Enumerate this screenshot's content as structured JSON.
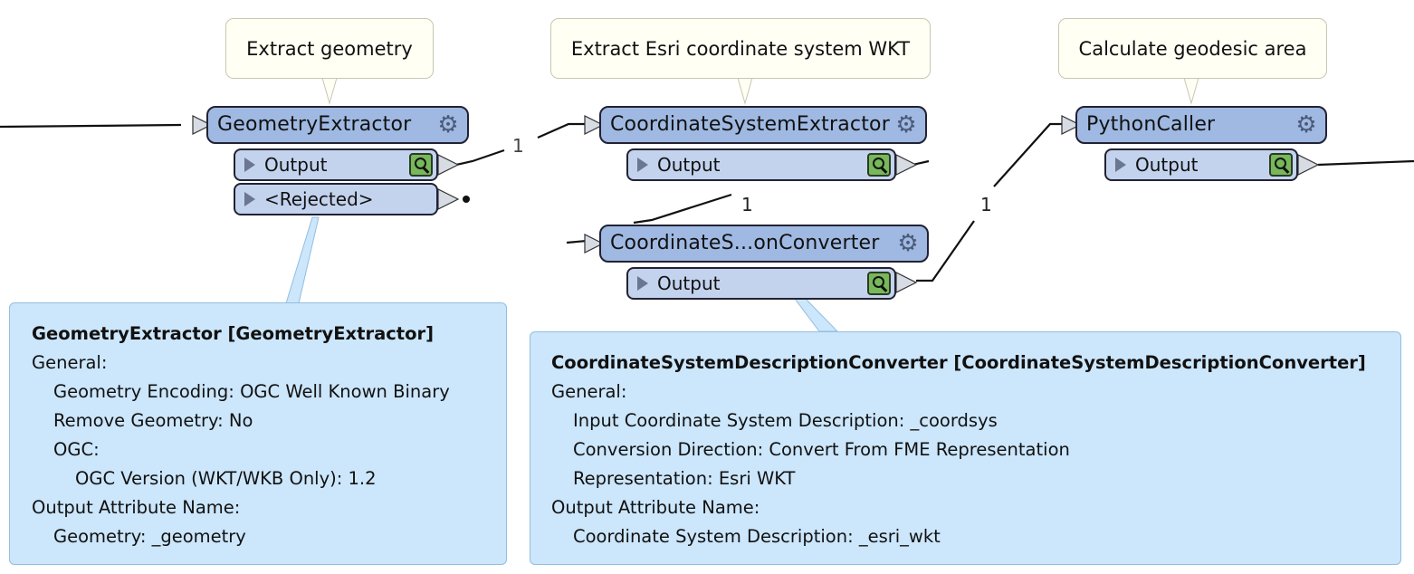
{
  "annotations": {
    "extract_geometry": "Extract geometry",
    "extract_wkt": "Extract Esri coordinate system WKT",
    "geodesic_area": "Calculate geodesic area"
  },
  "transformers": {
    "geometry_extractor": {
      "title": "GeometryExtractor",
      "output_port": "Output",
      "rejected_port": "<Rejected>"
    },
    "cs_extractor": {
      "title": "CoordinateSystemExtractor",
      "output_port": "Output"
    },
    "cs_converter": {
      "title": "CoordinateS...onConverter",
      "output_port": "Output"
    },
    "python_caller": {
      "title": "PythonCaller",
      "output_port": "Output"
    }
  },
  "connections": {
    "ge_to_cse": "1",
    "cse_to_csc": "1",
    "csc_to_pc": "1"
  },
  "tooltips": {
    "geometry_extractor": {
      "lines": [
        "GeometryExtractor [GeometryExtractor]",
        "General:",
        "Geometry Encoding: OGC Well Known Binary",
        "Remove Geometry: No",
        "OGC:",
        "OGC Version (WKT/WKB Only): 1.2",
        "Output Attribute Name:",
        "Geometry: _geometry"
      ]
    },
    "cs_converter": {
      "lines": [
        "CoordinateSystemDescriptionConverter [CoordinateSystemDescriptionConverter]",
        "General:",
        "Input Coordinate System Description: _coordsys",
        "Conversion Direction: Convert From FME Representation",
        "Representation: Esri WKT",
        "Output Attribute Name:",
        "Coordinate System Description: _esri_wkt"
      ]
    }
  },
  "colors": {
    "node_fill": "#9fb9e2",
    "port_fill": "#c3d3ee",
    "tooltip_fill": "#cce6fb",
    "annotation_fill": "#fffff4",
    "inspect_green": "#76b85a"
  },
  "icons": [
    "gear-icon",
    "expand-triangle-icon",
    "inspect-magnifier-icon",
    "input-port-arrow-icon",
    "output-port-arrow-icon"
  ]
}
